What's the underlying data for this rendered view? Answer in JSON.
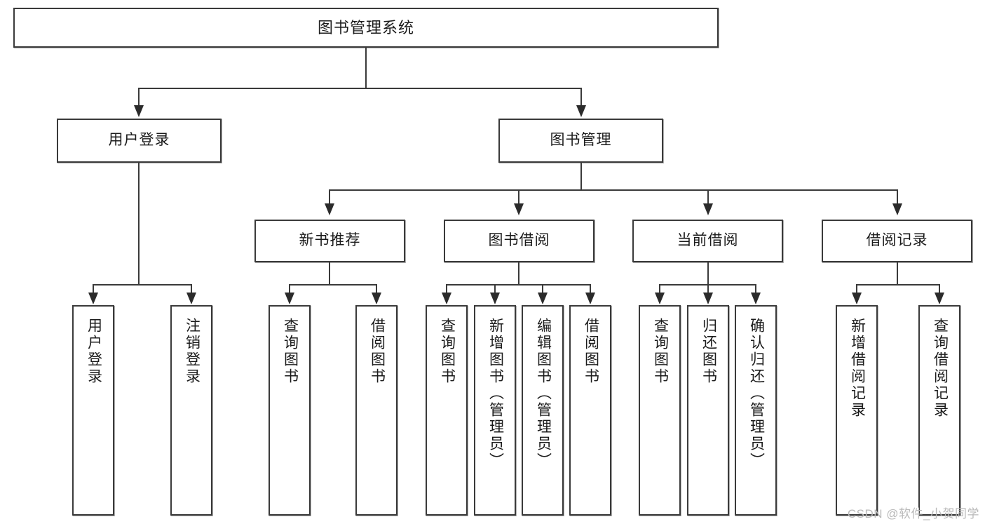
{
  "diagram": {
    "type": "tree",
    "title": "图书管理系统",
    "watermark": "CSDN @软件_小贺同学",
    "colors": {
      "stroke": "#3a3a3a",
      "fill": "#ffffff",
      "text": "#1b1b1b",
      "watermark": "#b9b9b9"
    },
    "levels": {
      "root": "图书管理系统",
      "level2": [
        "用户登录",
        "图书管理"
      ],
      "level3": [
        "新书推荐",
        "图书借阅",
        "当前借阅",
        "借阅记录"
      ]
    },
    "nodes": {
      "root": {
        "label": "图书管理系统"
      },
      "user_login": {
        "label": "用户登录"
      },
      "book_manage": {
        "label": "图书管理"
      },
      "new_book_rec": {
        "label": "新书推荐"
      },
      "book_borrow": {
        "label": "图书借阅"
      },
      "current_borrow": {
        "label": "当前借阅"
      },
      "borrow_record": {
        "label": "借阅记录"
      }
    },
    "leaves": {
      "user_login": [
        {
          "label": "用户登录"
        },
        {
          "label": "注销登录"
        }
      ],
      "new_book_rec": [
        {
          "label": "查询图书"
        },
        {
          "label": "借阅图书"
        }
      ],
      "book_borrow": [
        {
          "label": "查询图书"
        },
        {
          "label": "新增图书（管理员）"
        },
        {
          "label": "编辑图书（管理员）"
        },
        {
          "label": "借阅图书"
        }
      ],
      "current_borrow": [
        {
          "label": "查询图书"
        },
        {
          "label": "归还图书"
        },
        {
          "label": "确认归还（管理员）"
        }
      ],
      "borrow_record": [
        {
          "label": "新增借阅记录"
        },
        {
          "label": "查询借阅记录"
        }
      ]
    }
  }
}
